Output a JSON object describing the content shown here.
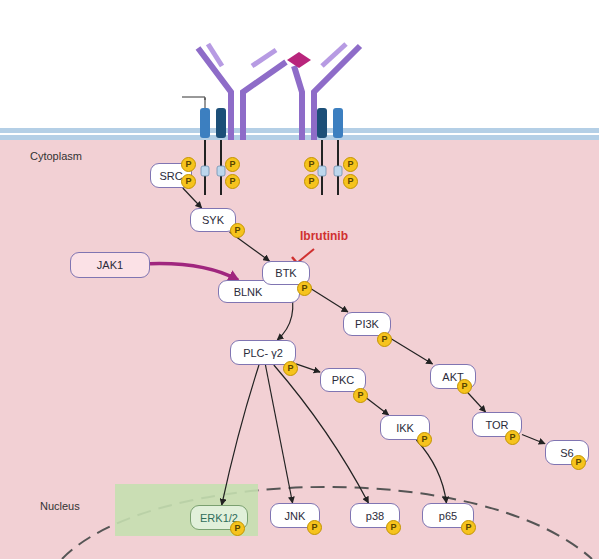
{
  "diagram": {
    "nodes": [
      {
        "text": [
          "SRC"
        ]
      },
      {
        "text": [
          "SYK"
        ]
      },
      {
        "text": [
          "JAK1"
        ]
      },
      {
        "text": [
          "BTK"
        ]
      },
      {
        "text": [
          "BLNK"
        ]
      },
      {
        "text": [
          "PI3K"
        ]
      },
      {
        "text": [
          "PLC- γ2"
        ]
      },
      {
        "text": [
          "PKC"
        ]
      },
      {
        "text": [
          "AKT"
        ]
      },
      {
        "text": [
          "IKK"
        ]
      },
      {
        "text": [
          "TOR"
        ]
      },
      {
        "text": [
          "S6"
        ]
      },
      {
        "text": [
          "ERK1/2"
        ]
      },
      {
        "text": [
          "JNK"
        ]
      },
      {
        "text": [
          "p38"
        ]
      },
      {
        "text": [
          "p65"
        ]
      }
    ],
    "edges": [
      {
        "from": 0,
        "to": 1,
        "arrow": "to"
      },
      {
        "from": 1,
        "to": 3,
        "arrow": "to"
      },
      {
        "from": 2,
        "to": 4,
        "arrow": "to"
      },
      {
        "from": 3,
        "to": 5,
        "arrow": "to"
      },
      {
        "from": 3,
        "to": 6,
        "arrow": "to"
      },
      {
        "from": 5,
        "to": 8,
        "arrow": "to"
      },
      {
        "from": 8,
        "to": 10,
        "arrow": "to"
      },
      {
        "from": 10,
        "to": 11,
        "arrow": "to"
      },
      {
        "from": 6,
        "to": 7,
        "arrow": "to"
      },
      {
        "from": 7,
        "to": 9,
        "arrow": "to"
      },
      {
        "from": 9,
        "to": 15,
        "arrow": "to"
      },
      {
        "from": 6,
        "to": 12,
        "arrow": "to"
      },
      {
        "from": 6,
        "to": 13,
        "arrow": "to"
      },
      {
        "from": 6,
        "to": 14,
        "arrow": "to"
      }
    ],
    "labels": [
      "Cytoplasm",
      "Nucleus",
      "Ibrutinib",
      "P",
      "P",
      "P",
      "P",
      "P",
      "P",
      "P",
      "P",
      "P",
      "P",
      "P",
      "P",
      "P",
      "P",
      "P",
      "P",
      "P",
      "P",
      "P",
      "P",
      "P"
    ]
  }
}
